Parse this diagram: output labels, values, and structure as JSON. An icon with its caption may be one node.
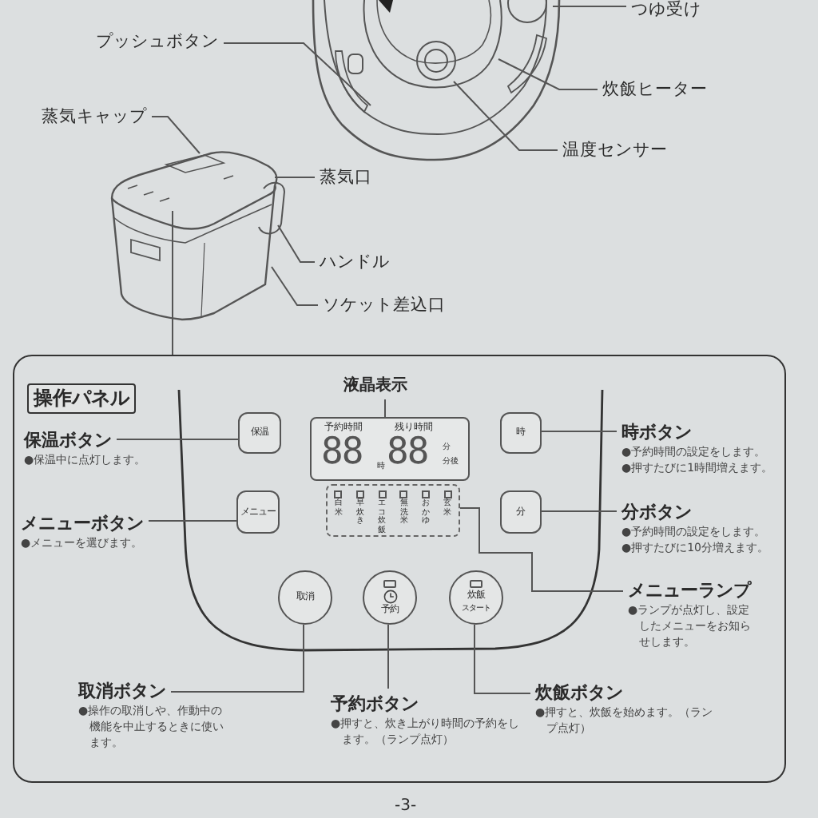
{
  "diagram": {
    "nodes": [
      {
        "text": [
          "つゆ受け"
        ]
      },
      {
        "text": [
          "プッシュボタン"
        ]
      },
      {
        "text": [
          "炊飯ヒーター"
        ]
      },
      {
        "text": [
          "温度センサー"
        ]
      },
      {
        "text": [
          "蒸気キャップ"
        ]
      },
      {
        "text": [
          "蒸気口"
        ]
      },
      {
        "text": [
          "ハンドル"
        ]
      },
      {
        "text": [
          "ソケット差込口"
        ]
      },
      {
        "text": [
          "操作パネル"
        ]
      },
      {
        "text": [
          "液晶表示"
        ],
        "in": 8
      },
      {
        "text": [
          "保温ボタン",
          "●保温中に点灯します。"
        ],
        "in": 8
      },
      {
        "text": [
          "保温"
        ],
        "in": 8
      },
      {
        "text": [
          "予約時間",
          "残り時間",
          "88",
          "時",
          "88",
          "分",
          "分後"
        ],
        "in": 8
      },
      {
        "text": [
          "時"
        ],
        "in": 8
      },
      {
        "text": [
          "時ボタン",
          "●予約時間の設定をします。",
          "●押すたびに1時間増えます。"
        ],
        "in": 8
      },
      {
        "text": [
          "メニューボタン",
          "●メニューを選びます。"
        ],
        "in": 8
      },
      {
        "text": [
          "メニュー"
        ],
        "in": 8
      },
      {
        "text": [
          "白米",
          "早炊き",
          "エコ炊飯",
          "無洗米",
          "おかゆ",
          "玄米"
        ],
        "in": 8
      },
      {
        "text": [
          "分"
        ],
        "in": 8
      },
      {
        "text": [
          "分ボタン",
          "●予約時間の設定をします。",
          "●押すたびに10分増えます。"
        ],
        "in": 8
      },
      {
        "text": [
          "メニューランプ",
          "●ランプが点灯し、設定したメニューをお知らせします。"
        ],
        "in": 8
      },
      {
        "text": [
          "取消"
        ],
        "in": 8
      },
      {
        "text": [
          "予約"
        ],
        "in": 8
      },
      {
        "text": [
          "炊飯",
          "スタート"
        ],
        "in": 8
      },
      {
        "text": [
          "取消ボタン",
          "●操作の取消しや、作動中の機能を中止するときに使います。"
        ],
        "in": 8
      },
      {
        "text": [
          "予約ボタン",
          "●押すと、炊き上がり時間の予約をします。（ランプ点灯）"
        ],
        "in": 8
      },
      {
        "text": [
          "炊飯ボタン",
          "●押すと、炊飯を始めます。（ランプ点灯）"
        ],
        "in": 8
      },
      {
        "text": [],
        "shape": "picture"
      },
      {
        "text": [],
        "shape": "picture"
      }
    ],
    "edges": [
      {
        "from": 0,
        "to": 27,
        "arrow": "none"
      },
      {
        "from": 1,
        "to": 27,
        "arrow": "none"
      },
      {
        "from": 2,
        "to": 27,
        "arrow": "none"
      },
      {
        "from": 3,
        "to": 27,
        "arrow": "none"
      },
      {
        "from": 4,
        "to": 28,
        "arrow": "none"
      },
      {
        "from": 5,
        "to": 28,
        "arrow": "none"
      },
      {
        "from": 6,
        "to": 28,
        "arrow": "none"
      },
      {
        "from": 7,
        "to": 28,
        "arrow": "none"
      },
      {
        "from": 28,
        "to": 8,
        "arrow": "none"
      },
      {
        "from": 9,
        "to": 12,
        "arrow": "none"
      },
      {
        "from": 10,
        "to": 11,
        "arrow": "none"
      },
      {
        "from": 14,
        "to": 13,
        "arrow": "none"
      },
      {
        "from": 15,
        "to": 16,
        "arrow": "none"
      },
      {
        "from": 19,
        "to": 18,
        "arrow": "none"
      },
      {
        "from": 20,
        "to": 17,
        "arrow": "none"
      },
      {
        "from": 24,
        "to": 21,
        "arrow": "none"
      },
      {
        "from": 25,
        "to": 22,
        "arrow": "none"
      },
      {
        "from": 26,
        "to": 23,
        "arrow": "none"
      }
    ],
    "labels": [
      "-3-"
    ]
  }
}
